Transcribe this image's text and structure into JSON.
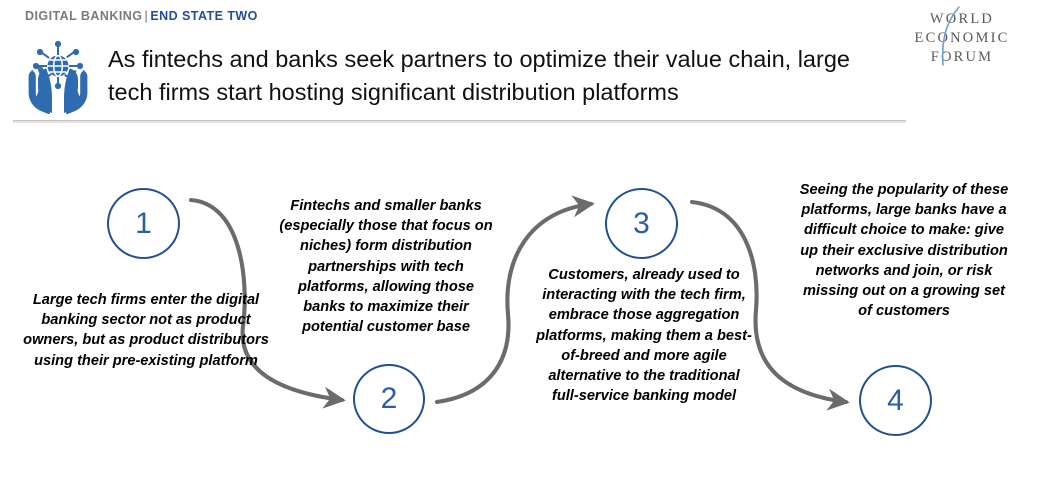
{
  "header": {
    "eyebrow_category": "DIGITAL BANKING",
    "eyebrow_separator": "|",
    "eyebrow_state": "END STATE TWO",
    "title_line1": "As fintechs and banks seek partners to optimize their value chain, large",
    "title_line2": "tech firms start hosting significant distribution platforms",
    "icon_name": "hands-globe-network-icon",
    "logo": {
      "name": "world-economic-forum-logo",
      "line1": "WORLD",
      "line2": "ECONOMIC",
      "line3": "FORUM"
    }
  },
  "colors": {
    "eyebrow_category": "#7a7a7a",
    "eyebrow_state": "#1f4e9c",
    "node_ring": "#1f5093",
    "node_number": "#2a5fa5",
    "arrow": "#6b6b6b",
    "icon_blue": "#2f6bb0",
    "divider": "#c3c3c3",
    "title_text": "#111111",
    "body_text": "#000000",
    "background": "#ffffff"
  },
  "flow": {
    "nodes": [
      {
        "number": "1",
        "label": "step-1"
      },
      {
        "number": "2",
        "label": "step-2"
      },
      {
        "number": "3",
        "label": "step-3"
      },
      {
        "number": "4",
        "label": "step-4"
      }
    ],
    "blurbs": [
      {
        "step": "1",
        "text": "Large tech firms enter the digital banking sector not as product owners, but as product distributors using their pre-existing platform"
      },
      {
        "step": "2",
        "text": "Fintechs and smaller banks (especially those that focus on niches) form distribution partnerships with tech platforms, allowing those banks to maximize their potential customer base"
      },
      {
        "step": "3",
        "text": "Customers, already used to interacting with the tech firm, embrace those aggregation platforms, making them a best-of-breed and more agile alternative to the traditional full-service banking model"
      },
      {
        "step": "4",
        "text": "Seeing the popularity of these platforms, large banks have a difficult choice to make: give up their exclusive distribution networks and join, or risk missing out on a growing set of customers"
      }
    ],
    "connectors": [
      {
        "name": "arrow-1-to-2",
        "from": "1",
        "to": "2"
      },
      {
        "name": "arrow-2-to-3",
        "from": "2",
        "to": "3"
      },
      {
        "name": "arrow-3-to-4",
        "from": "3",
        "to": "4"
      }
    ]
  }
}
